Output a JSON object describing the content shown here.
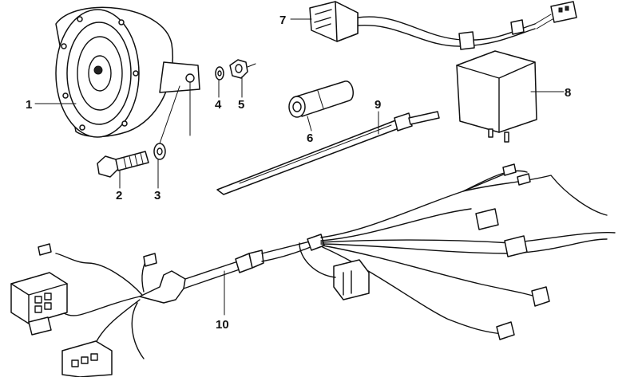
{
  "callouts": [
    {
      "id": "1",
      "text": "1"
    },
    {
      "id": "2",
      "text": "2"
    },
    {
      "id": "3",
      "text": "3"
    },
    {
      "id": "4",
      "text": "4"
    },
    {
      "id": "5",
      "text": "5"
    },
    {
      "id": "6",
      "text": "6"
    },
    {
      "id": "7",
      "text": "7"
    },
    {
      "id": "8",
      "text": "8"
    },
    {
      "id": "9",
      "text": "9"
    },
    {
      "id": "10",
      "text": "10"
    }
  ],
  "parts": [
    {
      "callout": "1",
      "icon": "horn-icon"
    },
    {
      "callout": "2",
      "icon": "bolt-icon"
    },
    {
      "callout": "3",
      "icon": "washer-icon"
    },
    {
      "callout": "4",
      "icon": "lock-washer-icon"
    },
    {
      "callout": "5",
      "icon": "nut-icon"
    },
    {
      "callout": "6",
      "icon": "connector-sleeve-icon"
    },
    {
      "callout": "7",
      "icon": "switch-cable-icon"
    },
    {
      "callout": "8",
      "icon": "relay-icon"
    },
    {
      "callout": "9",
      "icon": "cable-tie-icon"
    },
    {
      "callout": "10",
      "icon": "wiring-harness-icon"
    }
  ]
}
